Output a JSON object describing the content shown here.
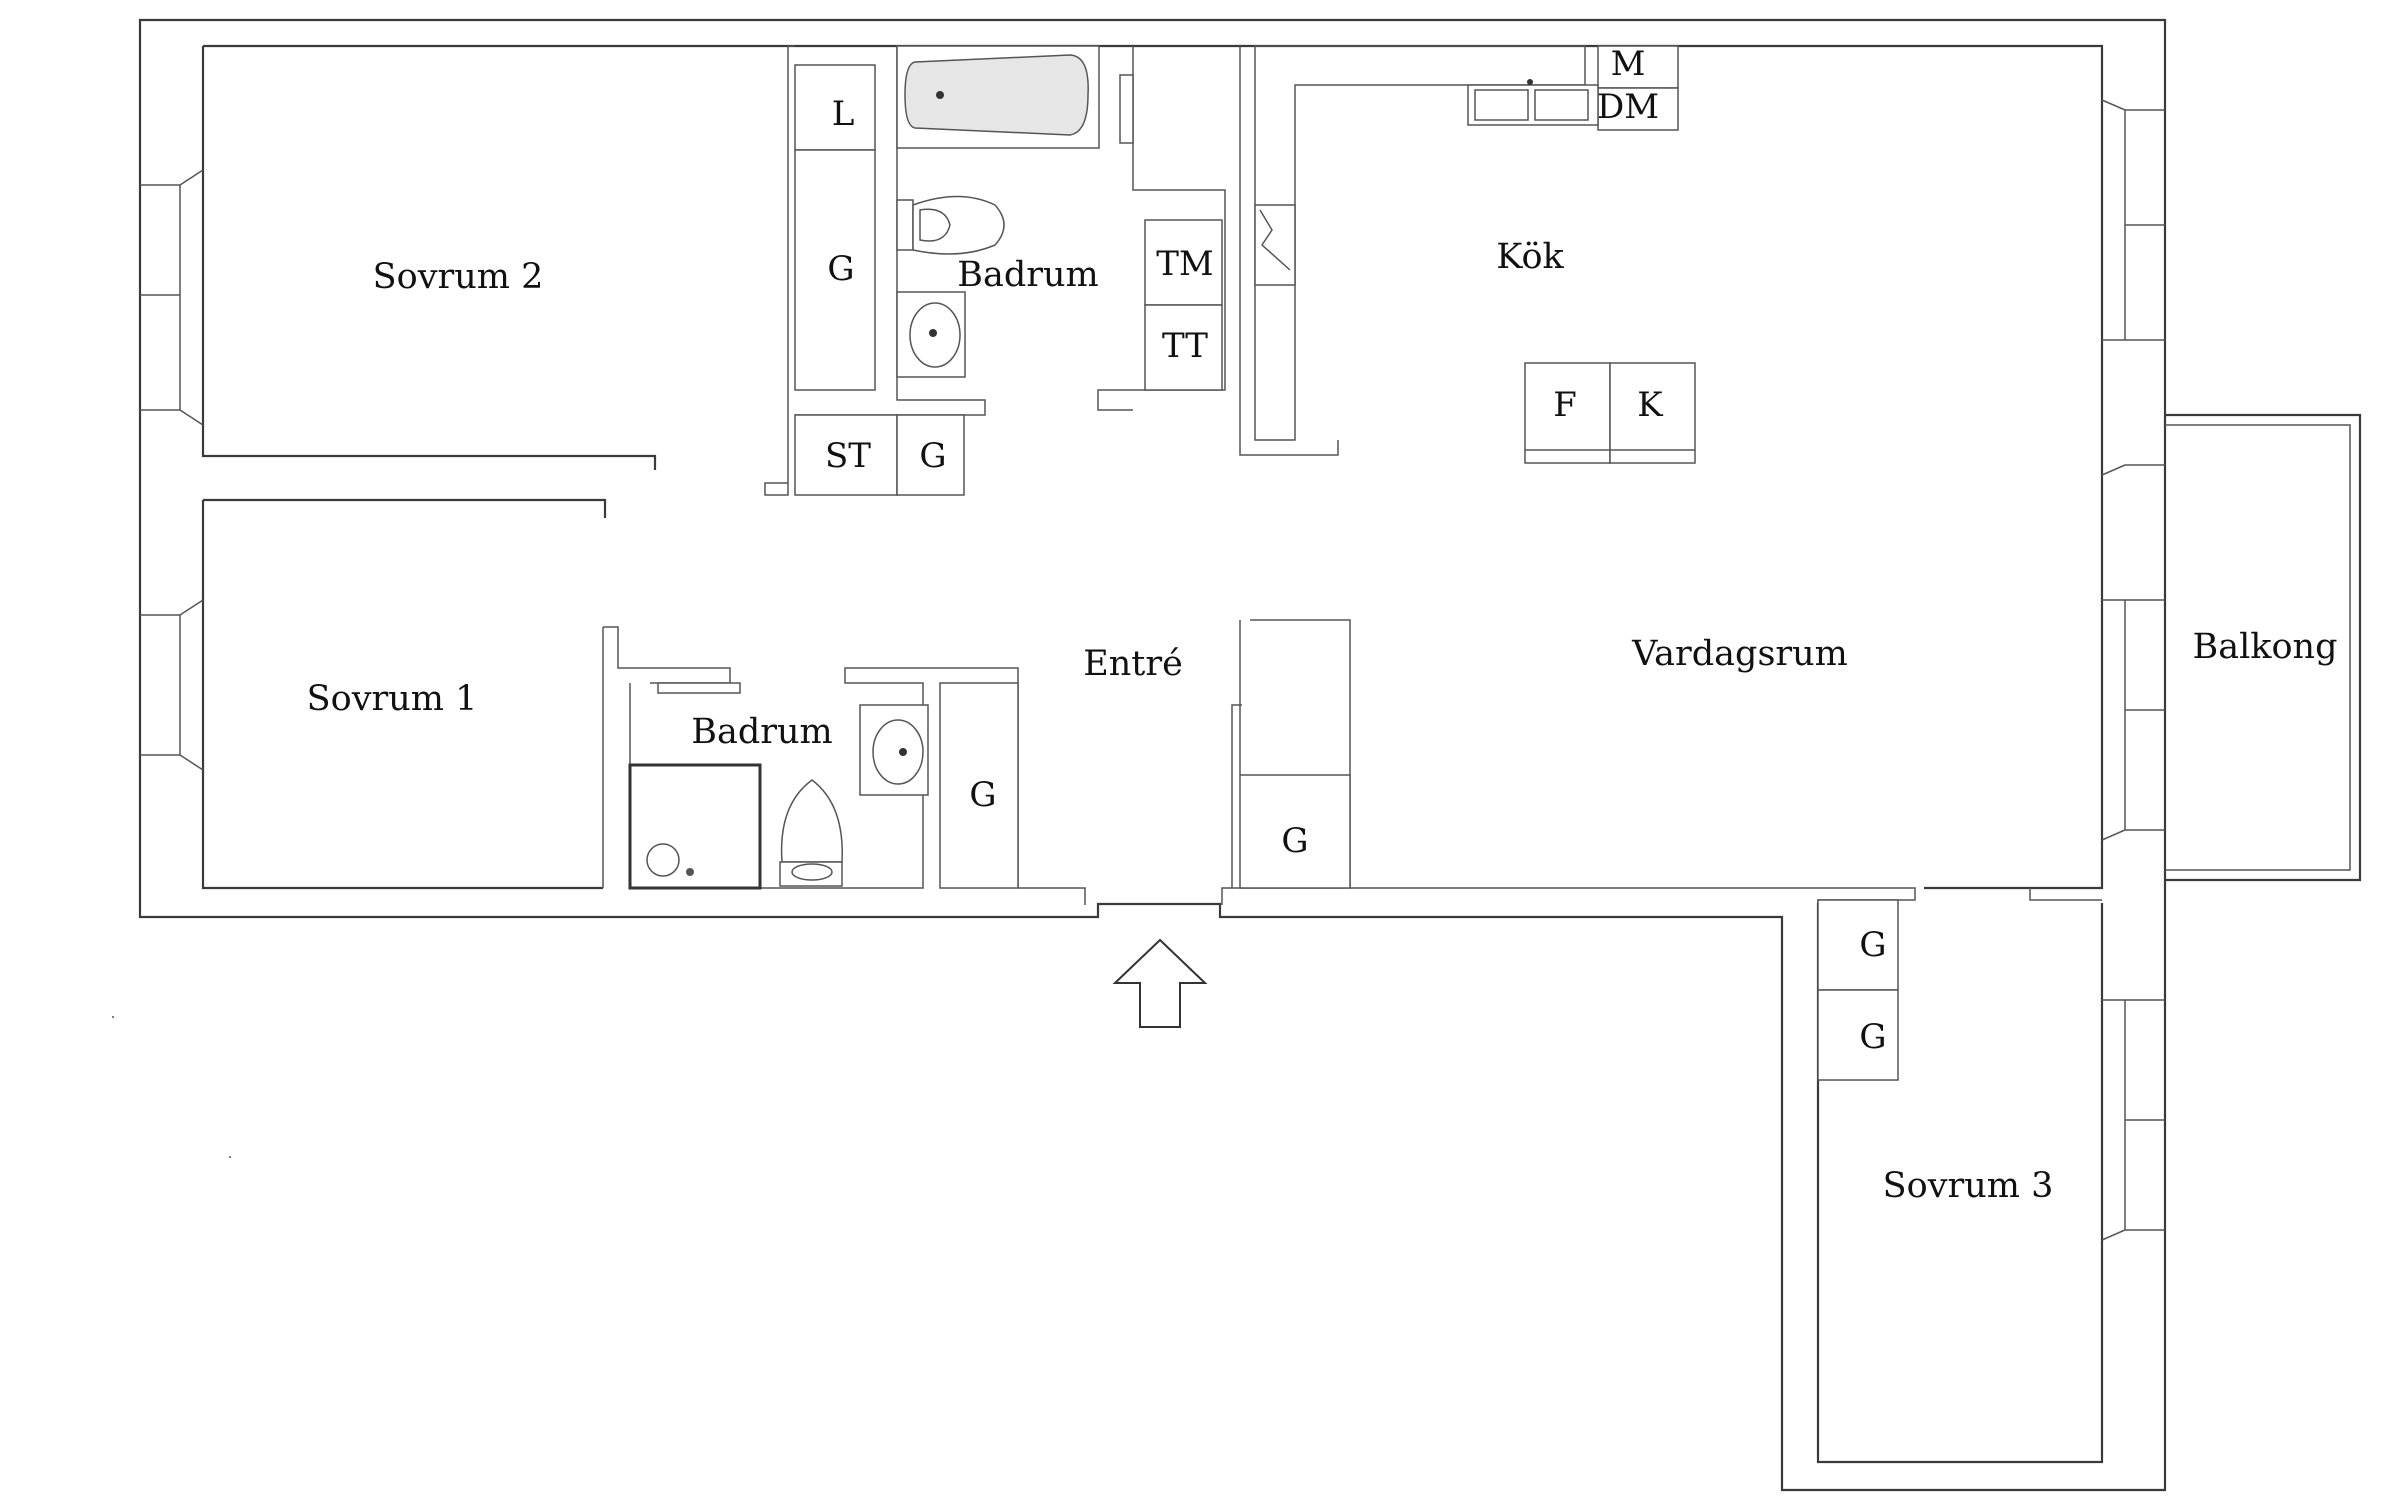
{
  "rooms": {
    "sovrum2": "Sovrum 2",
    "sovrum1": "Sovrum 1",
    "sovrum3": "Sovrum 3",
    "badrum_top": "Badrum",
    "badrum_bottom": "Badrum",
    "kok": "Kök",
    "entre": "Entré",
    "vardagsrum": "Vardagsrum",
    "balkong": "Balkong"
  },
  "fixtures": {
    "linen": "L",
    "wardrobe": "G",
    "storage": "ST",
    "washer": "TM",
    "dryer": "TT",
    "microwave": "M",
    "dishwasher": "DM",
    "freezer": "F",
    "fridge": "K"
  },
  "colors": {
    "line": "#3a3a3a",
    "fill": "#ffffff",
    "fixture_shade": "#d9d9d9"
  }
}
